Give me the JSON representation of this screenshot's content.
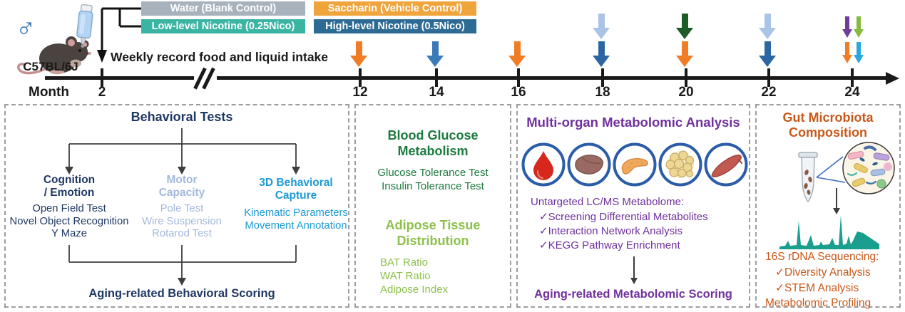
{
  "figure": {
    "subject_label": "C57BL/6J",
    "sex_symbol": "♂",
    "weekly_note": "Weekly record food and liquid intake"
  },
  "legend": {
    "groups": [
      {
        "label": "Water (Blank Control)",
        "color_key": "water_gray"
      },
      {
        "label": "Low-level Nicotine (0.25Nico)",
        "color_key": "low_nicotine_teal"
      },
      {
        "label": "Saccharin (Vehicle Control)",
        "color_key": "saccharin_orange"
      },
      {
        "label": "High-level Nicotine (0.5Nico)",
        "color_key": "high_nicotine_blue"
      }
    ]
  },
  "timeline": {
    "axis_label": "Month",
    "months": [
      "2",
      "12",
      "14",
      "16",
      "18",
      "20",
      "22",
      "24"
    ],
    "has_axis_break": true,
    "arrows": [
      {
        "month": "12",
        "position": "lower",
        "color_key": "arrow_orange"
      },
      {
        "month": "14",
        "position": "lower",
        "color_key": "arrow_steel_blue"
      },
      {
        "month": "16",
        "position": "lower",
        "color_key": "arrow_orange"
      },
      {
        "month": "18",
        "position": "upper",
        "color_key": "arrow_light_blue"
      },
      {
        "month": "18",
        "position": "lower",
        "color_key": "arrow_dark_blue"
      },
      {
        "month": "20",
        "position": "upper",
        "color_key": "arrow_dark_green"
      },
      {
        "month": "20",
        "position": "lower",
        "color_key": "arrow_orange"
      },
      {
        "month": "22",
        "position": "upper",
        "color_key": "arrow_light_blue"
      },
      {
        "month": "22",
        "position": "lower",
        "color_key": "arrow_dark_blue"
      },
      {
        "month": "24",
        "position": "upper-left",
        "color_key": "arrow_purple"
      },
      {
        "month": "24",
        "position": "upper-right",
        "color_key": "arrow_yellow_green"
      },
      {
        "month": "24",
        "position": "lower-left",
        "color_key": "arrow_orange"
      },
      {
        "month": "24",
        "position": "lower-right",
        "color_key": "arrow_cyan"
      }
    ]
  },
  "panels": {
    "behavioral": {
      "title": "Behavioral Tests",
      "columns": [
        {
          "header_lines": [
            "Cognition",
            "/ Emotion"
          ],
          "items": [
            "Open Field Test",
            "Novel Object Recognition",
            "Y Maze"
          ],
          "color_key": "behavioral_navy"
        },
        {
          "header_lines": [
            "Motor",
            "Capacity"
          ],
          "items": [
            "Pole Test",
            "Wire Suspension",
            "Rotarod Test"
          ],
          "color_key": "motor_light_blue"
        },
        {
          "header_lines": [
            "3D Behavioral",
            "Capture"
          ],
          "items": [
            "Kinematic Parameters",
            "Movement Annotation"
          ],
          "color_key": "capture_blue"
        }
      ],
      "footer": "Aging-related Behavioral Scoring"
    },
    "metabolism": {
      "sections": [
        {
          "title_lines": [
            "Blood Glucose",
            "Metabolism"
          ],
          "items": [
            "Glucose Tolerance Test",
            "Insulin Tolerance Test"
          ],
          "color_key": "glucose_dark_green"
        },
        {
          "title_lines": [
            "Adipose Tissue",
            "Distribution"
          ],
          "items": [
            "BAT Ratio",
            "WAT Ratio",
            "Adipose Index"
          ],
          "color_key": "adipose_light_green"
        }
      ]
    },
    "metabolomic": {
      "title": "Multi-organ Metabolomic Analysis",
      "organ_icons": [
        "blood-drop",
        "liver",
        "pancreas",
        "adipose-tissue",
        "muscle"
      ],
      "subtitle": "Untargeted LC/MS Metabolome:",
      "checkmark": "✓",
      "items": [
        "Screening Differential Metabolites",
        "Interaction Network Analysis",
        "KEGG Pathway Enrichment"
      ],
      "footer": "Aging-related Metabolomic Scoring",
      "color_key": "metabolomic_purple"
    },
    "microbiota": {
      "title_lines": [
        "Gut Microbiota",
        "Composition"
      ],
      "subtitle": "16S rDNA Sequencing:",
      "checkmark": "✓",
      "items": [
        "Diversity Analysis",
        "STEM Analysis"
      ],
      "footer": "Metabolomic Profiling",
      "color_key": "microbiota_orange"
    }
  },
  "colors": {
    "water_gray": "#a8b2bd",
    "low_nicotine_teal": "#3cb4a4",
    "saccharin_orange": "#f0a43c",
    "high_nicotine_blue": "#2e6b94",
    "arrow_orange": "#f07d26",
    "arrow_steel_blue": "#3a7ab8",
    "arrow_dark_blue": "#2b66a3",
    "arrow_light_blue": "#a9c4e6",
    "arrow_dark_green": "#1d5c26",
    "arrow_purple": "#6f3d9b",
    "arrow_yellow_green": "#85bb3f",
    "arrow_cyan": "#29a8e0",
    "behavioral_navy": "#1f3864",
    "motor_light_blue": "#a3b8dd",
    "capture_blue": "#1c9ad6",
    "glucose_dark_green": "#1d7a3e",
    "adipose_light_green": "#8cc04a",
    "metabolomic_purple": "#70319e",
    "microbiota_orange": "#c8591a",
    "sex_symbol_blue": "#2e74b5",
    "chromatogram_teal": "#1a9e8e"
  }
}
